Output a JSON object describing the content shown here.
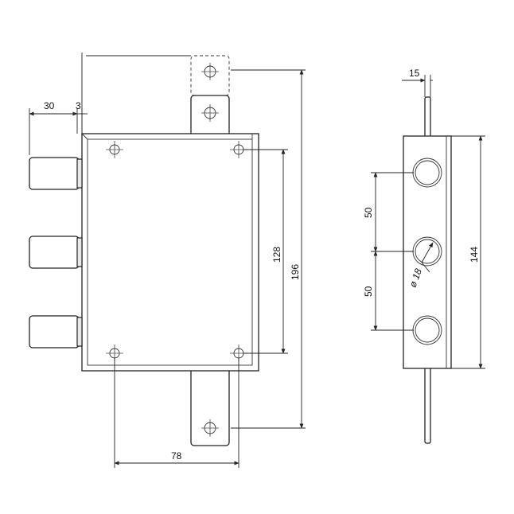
{
  "dimensions": {
    "d30": "30",
    "d3": "3",
    "d78": "78",
    "d128": "128",
    "d196": "196",
    "d15": "15",
    "d50a": "50",
    "d50b": "50",
    "d144": "144",
    "d18": "ø 18"
  }
}
